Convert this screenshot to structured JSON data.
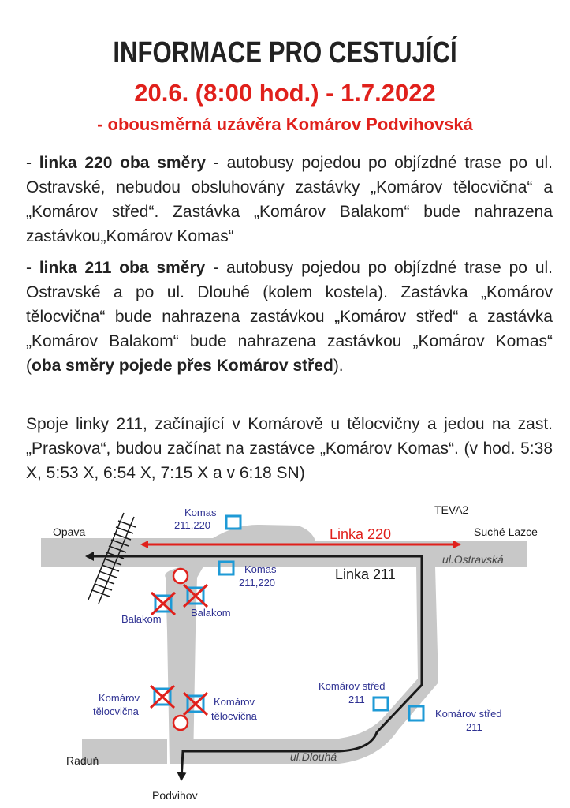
{
  "header": {
    "title": "INFORMACE PRO CESTUJÍCÍ",
    "dates": "20.6. (8:00 hod.)  -  1.7.2022",
    "closure": "- obousměrná uzávěra Komárov Podvihovská"
  },
  "paragraph1": {
    "lead": "- ",
    "bold": "linka 220 oba směry",
    "text": " -  autobusy pojedou po objízdné trase po ul. Ostravské, nebudou obsluhovány zastávky „Komárov tělocvična“ a „Komárov střed“. Zastávka „Komárov Balakom“ bude nahrazena zastávkou„Komárov Komas“"
  },
  "paragraph2": {
    "lead": "- ",
    "bold": "linka 211 oba směry",
    "text": " -  autobusy pojedou po objízdné trase po ul. Ostravské a po ul. Dlouhé  (kolem kostela). Zastávka „Komárov tělocvična“  bude nahrazena zastávkou „Komárov střed“ a zastávka „Komárov Balakom“ bude nahrazena zastávkou  „Komárov Komas“ (",
    "bold2": "oba směry pojede přes Komárov střed",
    "tail": ")."
  },
  "paragraph3": {
    "text": "Spoje linky 211, začínající v Komárově u  tělocvičny a jedou na zast. „Praskova“, budou začínat na zastávce „Komárov Komas“. (v hod. 5:38 X, 5:53 X, 6:54 X, 7:15 X a v 6:18 SN)"
  },
  "map": {
    "places": {
      "opava": "Opava",
      "teva": "TEVA2",
      "suche_lazce": "Suché Lazce",
      "radun": "Raduň",
      "podvihov": "Podvihov"
    },
    "streets": {
      "ostravska": "ul.Ostravská",
      "dlouha": "ul.Dlouhá"
    },
    "lines": {
      "l220": "Linka 220",
      "l211": "Linka 211"
    },
    "stops": {
      "komas_top_name": "Komas",
      "komas_top_lines": "211,220",
      "komas_mid_name": "Komas",
      "komas_mid_lines": "211,220",
      "balakom_left": "Balakom",
      "balakom_right": "Balakom",
      "telocvicna_left_1": "Komárov",
      "telocvicna_left_2": "tělocvična",
      "telocvicna_right_1": "Komárov",
      "telocvicna_right_2": "tělocvična",
      "stred_left_1": "Komárov střed",
      "stred_left_2": "211",
      "stred_right_1": "Komárov střed",
      "stred_right_2": "211"
    },
    "colors": {
      "line220": "#e0201b",
      "line211": "#1a1a1a",
      "stop": "#1e9ad6",
      "cancelled": "#e0201b",
      "road": "#c8c8c8",
      "stop_label": "#2e3192"
    }
  }
}
